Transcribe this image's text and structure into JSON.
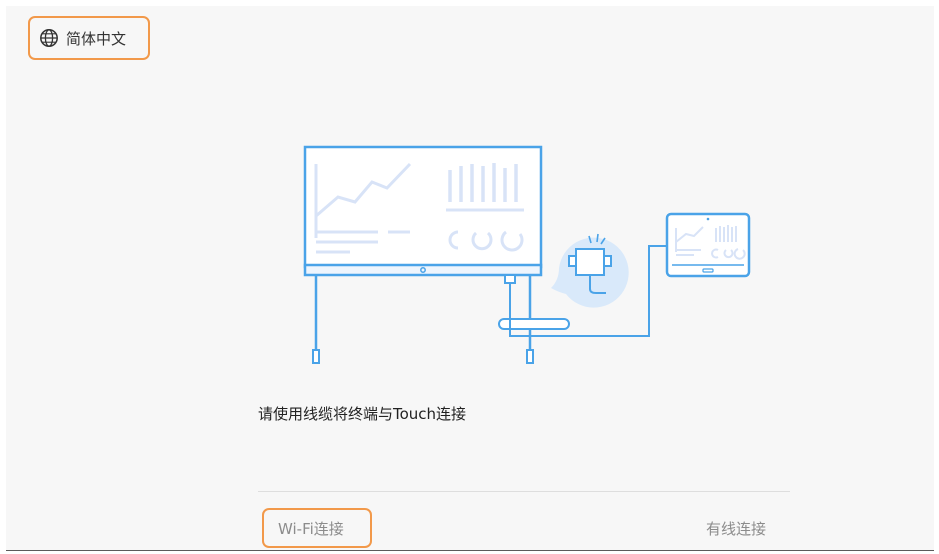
{
  "header": {
    "language_label": "简体中文",
    "language_icon": "globe-icon"
  },
  "main": {
    "instruction": "请使用线缆将终端与Touch连接",
    "illustration_icons": [
      "board-icon",
      "network-adapter-icon",
      "tablet-icon"
    ]
  },
  "tabs": [
    {
      "label": "Wi-Fi连接",
      "highlighted": true
    },
    {
      "label": "有线连接",
      "highlighted": false
    }
  ],
  "colors": {
    "accent_highlight": "#f2994a",
    "illustration_blue": "#4aa3e8",
    "illustration_light": "#d8e3f7",
    "tab_text": "#8c8c8c"
  }
}
